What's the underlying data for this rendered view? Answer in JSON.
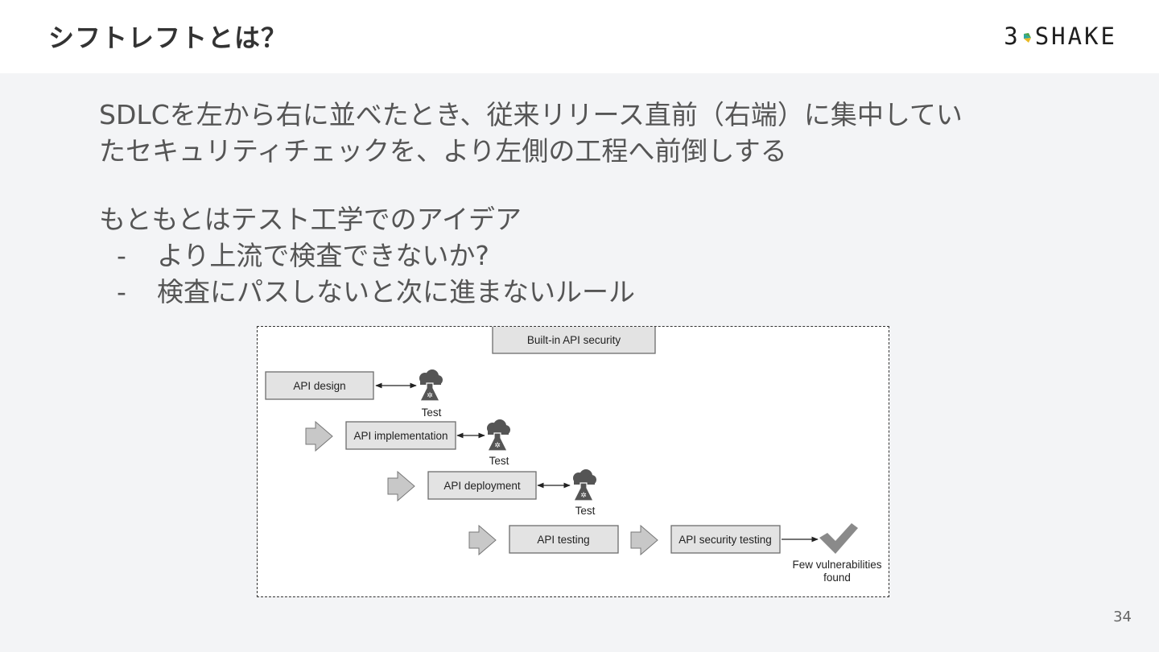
{
  "slide": {
    "title": "シフトレフトとは？",
    "logo": {
      "left": "3",
      "right": "SHAKE"
    },
    "paragraph1": {
      "line1": "SDLCを左から右に並べたとき、従来リリース直前（右端）に集中してい",
      "line2": "たセキュリティチェックを、より左側の工程へ前倒しする"
    },
    "paragraph2": {
      "heading": "もともとはテスト工学でのアイデア",
      "bullets": [
        {
          "dash": "-",
          "text": "より上流で検査できないか?"
        },
        {
          "dash": "-",
          "text": "検査にパスしないと次に進まないルール"
        }
      ]
    },
    "page_number": "34"
  },
  "figure": {
    "top_box": "Built-in API security",
    "steps": [
      "API design",
      "API implementation",
      "API deployment",
      "API testing",
      "API security testing"
    ],
    "test_label": "Test",
    "result_line1": "Few vulnerabilities",
    "result_line2": "found",
    "colors": {
      "box_fill": "#e3e3e3",
      "box_stroke": "#6d6d6d",
      "arrow_fill": "#c8c8c8",
      "icon": "#555555",
      "check": "#8a8a8a"
    }
  }
}
